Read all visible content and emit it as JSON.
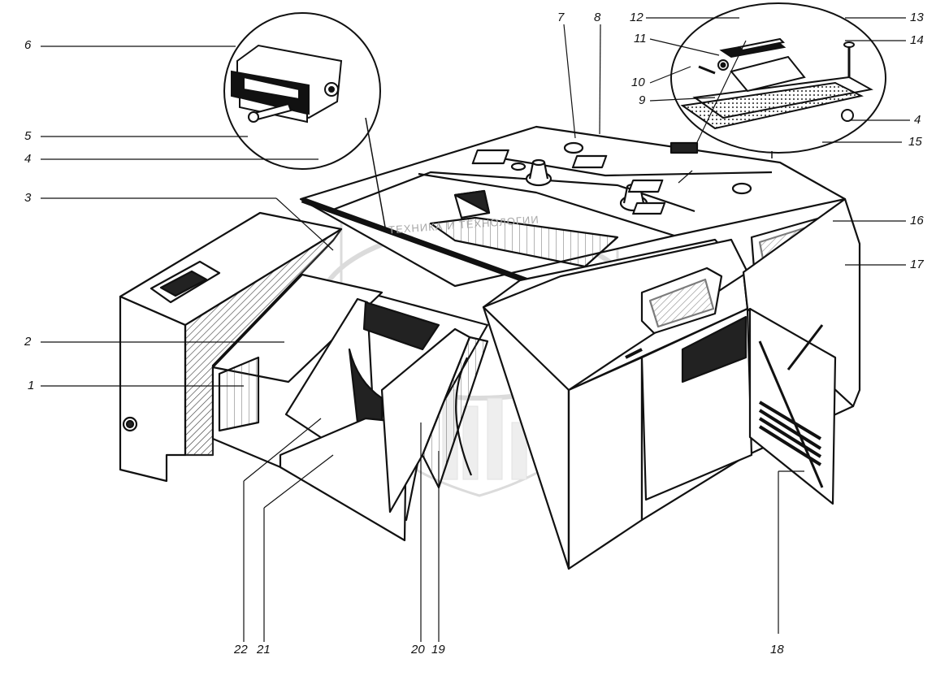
{
  "watermark": {
    "arc_text": "ТЕХНИКА И ТЕХНОЛОГИИ"
  },
  "callouts": {
    "c1": "1",
    "c2": "2",
    "c3": "3",
    "c4a": "4",
    "c4b": "4",
    "c5": "5",
    "c6": "6",
    "c7": "7",
    "c8": "8",
    "c9": "9",
    "c10": "10",
    "c11": "11",
    "c12": "12",
    "c13": "13",
    "c14": "14",
    "c15": "15",
    "c16": "16",
    "c17": "17",
    "c18": "18",
    "c19": "19",
    "c20": "20",
    "c21": "21",
    "c22": "22"
  },
  "colors": {
    "ink": "#111111",
    "paper": "#ffffff",
    "watermark": "#bdbdbd"
  }
}
